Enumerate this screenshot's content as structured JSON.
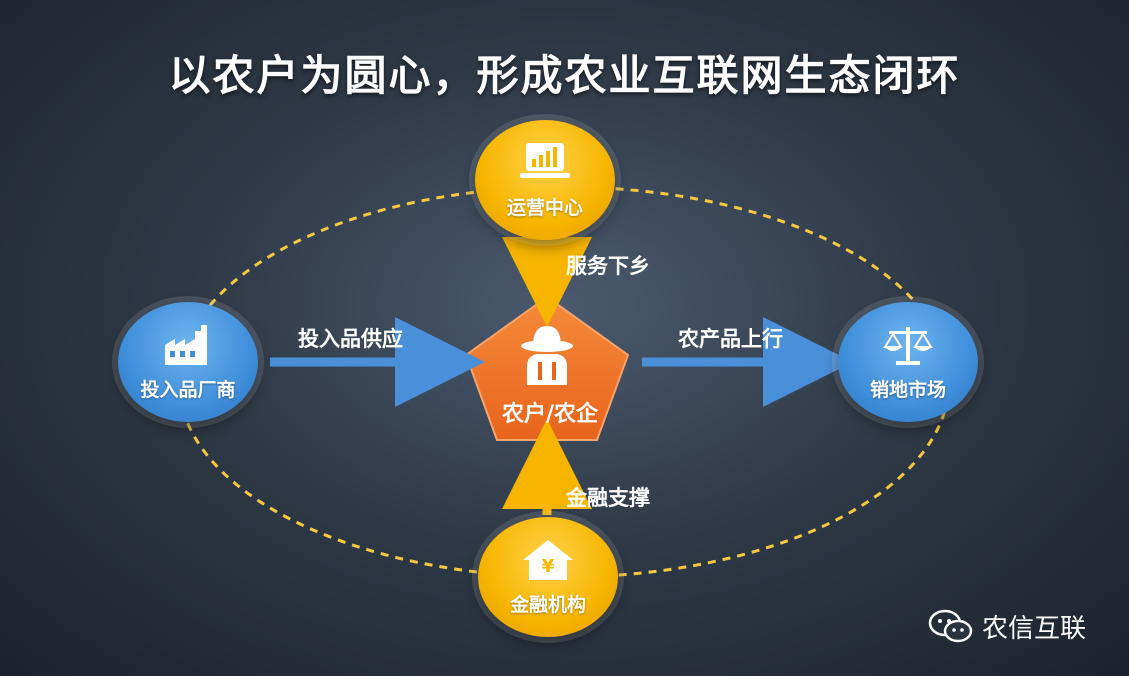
{
  "title": "以农户为圆心，形成农业互联网生态闭环",
  "nodes": {
    "top": {
      "label": "运营中心",
      "icon": "laptop-chart-icon"
    },
    "left": {
      "label": "投入品厂商",
      "icon": "factory-icon"
    },
    "right": {
      "label": "销地市场",
      "icon": "scales-icon"
    },
    "bottom": {
      "label": "金融机构",
      "icon": "bank-house-icon"
    },
    "center": {
      "label": "农户/农企",
      "icon": "farmer-icon"
    }
  },
  "edges": {
    "top_to_center": "服务下乡",
    "left_to_center": "投入品供应",
    "center_to_right": "农产品上行",
    "bottom_to_center": "金融支撑"
  },
  "watermark": {
    "text": "农信互联",
    "icon": "wechat-icon"
  },
  "colors": {
    "yellow": "#f7b500",
    "blue": "#3f8fdb",
    "orange": "#f07a2a",
    "dashed_ring": "#f5c840",
    "arrow_blue": "#4a90d9",
    "arrow_yellow": "#f7b500"
  }
}
